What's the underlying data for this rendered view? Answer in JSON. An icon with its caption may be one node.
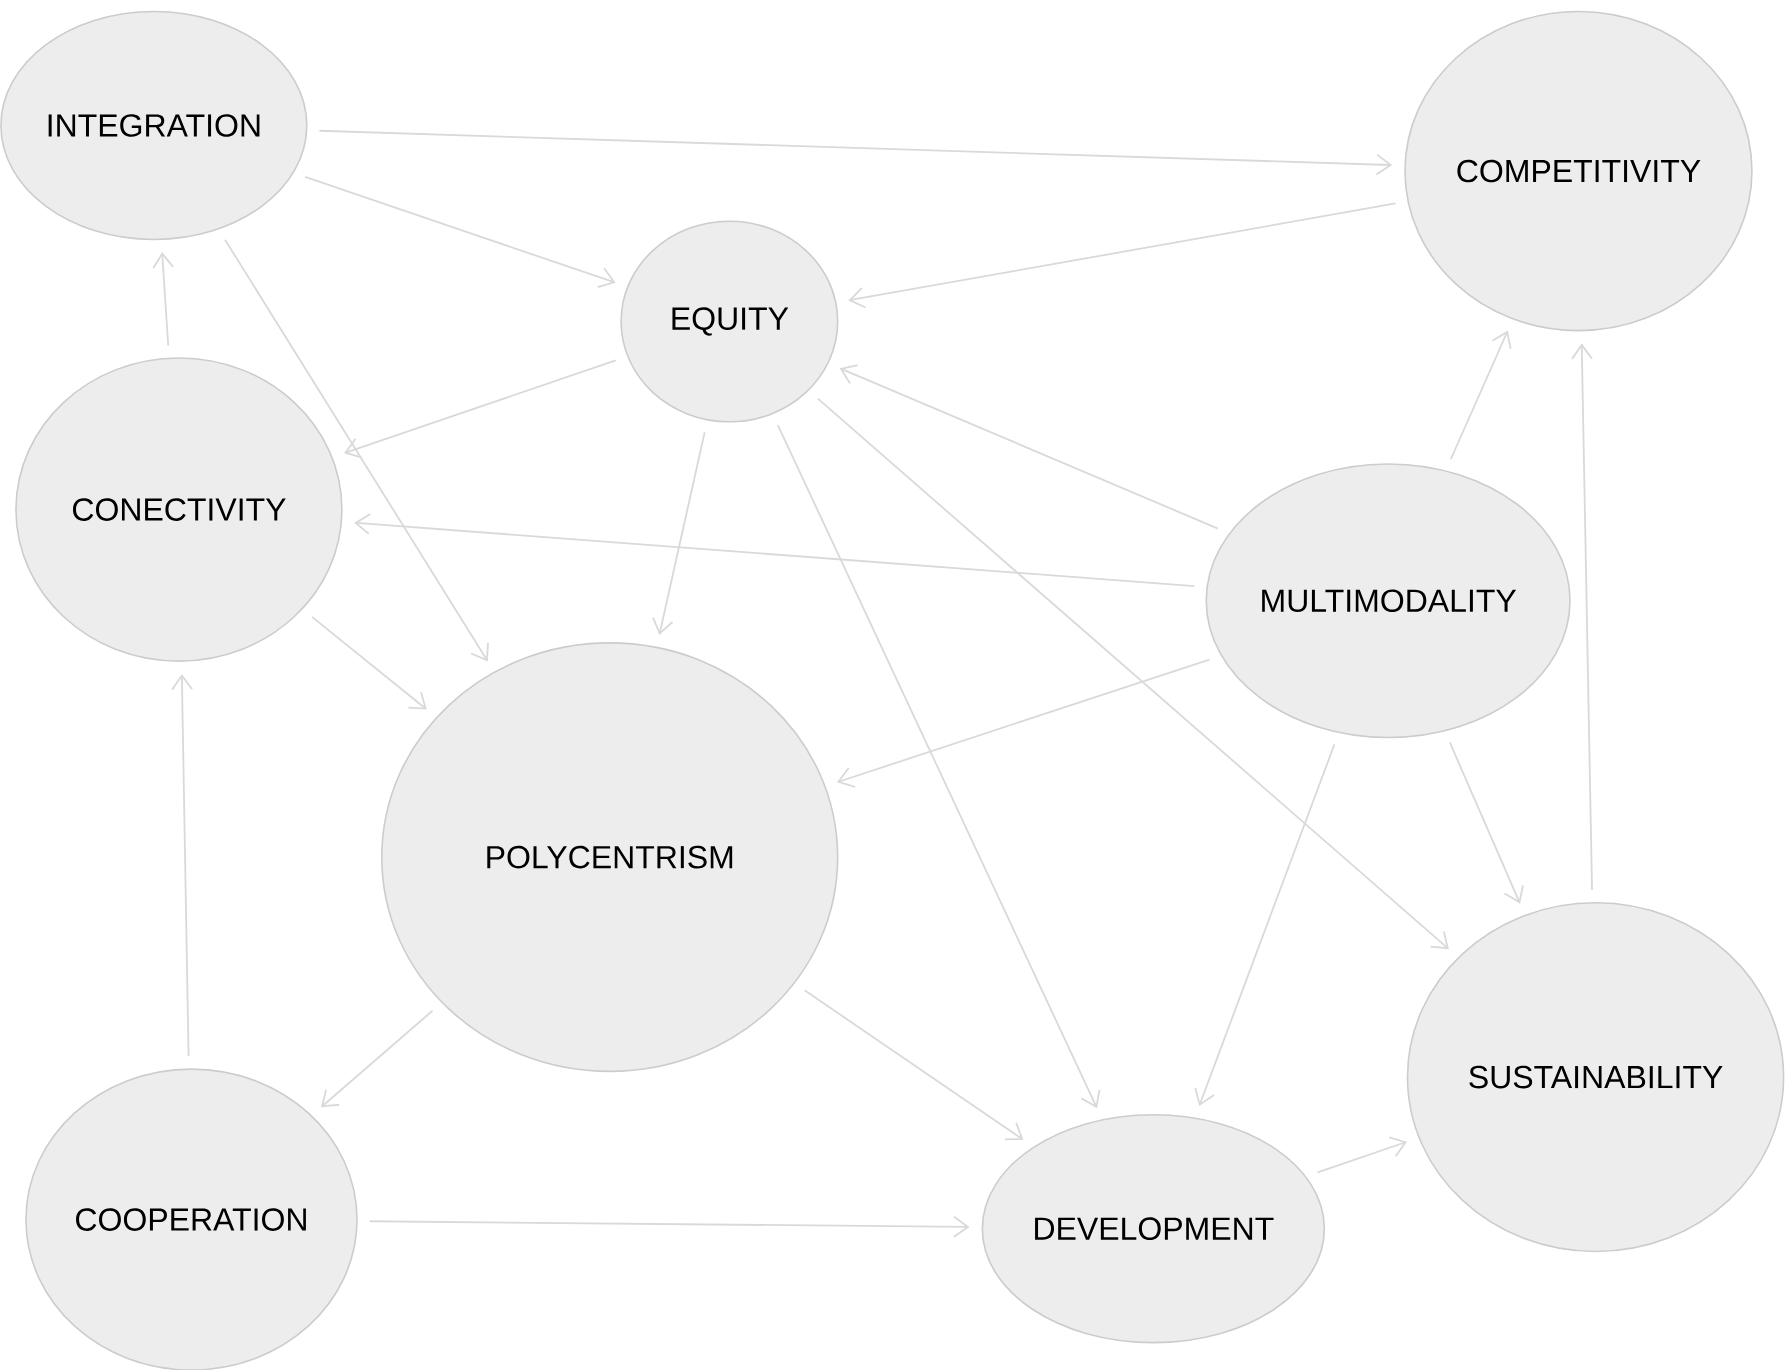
{
  "diagram": {
    "nodes": [
      {
        "text": [
          "INTEGRATION"
        ]
      },
      {
        "text": [
          "COMPETITIVITY"
        ]
      },
      {
        "text": [
          "EQUITY"
        ]
      },
      {
        "text": [
          "CONECTIVITY"
        ]
      },
      {
        "text": [
          "MULTIMODALITY"
        ]
      },
      {
        "text": [
          "POLYCENTRISM"
        ]
      },
      {
        "text": [
          "SUSTAINABILITY"
        ]
      },
      {
        "text": [
          "COOPERATION"
        ]
      },
      {
        "text": [
          "DEVELOPMENT"
        ]
      }
    ],
    "edges": [
      {
        "from": 0,
        "to": 1,
        "arrow": "to"
      },
      {
        "from": 0,
        "to": 2,
        "arrow": "to"
      },
      {
        "from": 0,
        "to": 5,
        "arrow": "to"
      },
      {
        "from": 1,
        "to": 2,
        "arrow": "to"
      },
      {
        "from": 3,
        "to": 0,
        "arrow": "to"
      },
      {
        "from": 2,
        "to": 3,
        "arrow": "to"
      },
      {
        "from": 2,
        "to": 5,
        "arrow": "to"
      },
      {
        "from": 2,
        "to": 8,
        "arrow": "to"
      },
      {
        "from": 2,
        "to": 6,
        "arrow": "to"
      },
      {
        "from": 4,
        "to": 2,
        "arrow": "to"
      },
      {
        "from": 4,
        "to": 3,
        "arrow": "to"
      },
      {
        "from": 4,
        "to": 1,
        "arrow": "to"
      },
      {
        "from": 4,
        "to": 5,
        "arrow": "to"
      },
      {
        "from": 4,
        "to": 8,
        "arrow": "to"
      },
      {
        "from": 4,
        "to": 6,
        "arrow": "to"
      },
      {
        "from": 3,
        "to": 5,
        "arrow": "to"
      },
      {
        "from": 5,
        "to": 7,
        "arrow": "to"
      },
      {
        "from": 5,
        "to": 8,
        "arrow": "to"
      },
      {
        "from": 7,
        "to": 3,
        "arrow": "to"
      },
      {
        "from": 7,
        "to": 8,
        "arrow": "to"
      },
      {
        "from": 8,
        "to": 6,
        "arrow": "to"
      },
      {
        "from": 6,
        "to": 1,
        "arrow": "to"
      }
    ]
  }
}
